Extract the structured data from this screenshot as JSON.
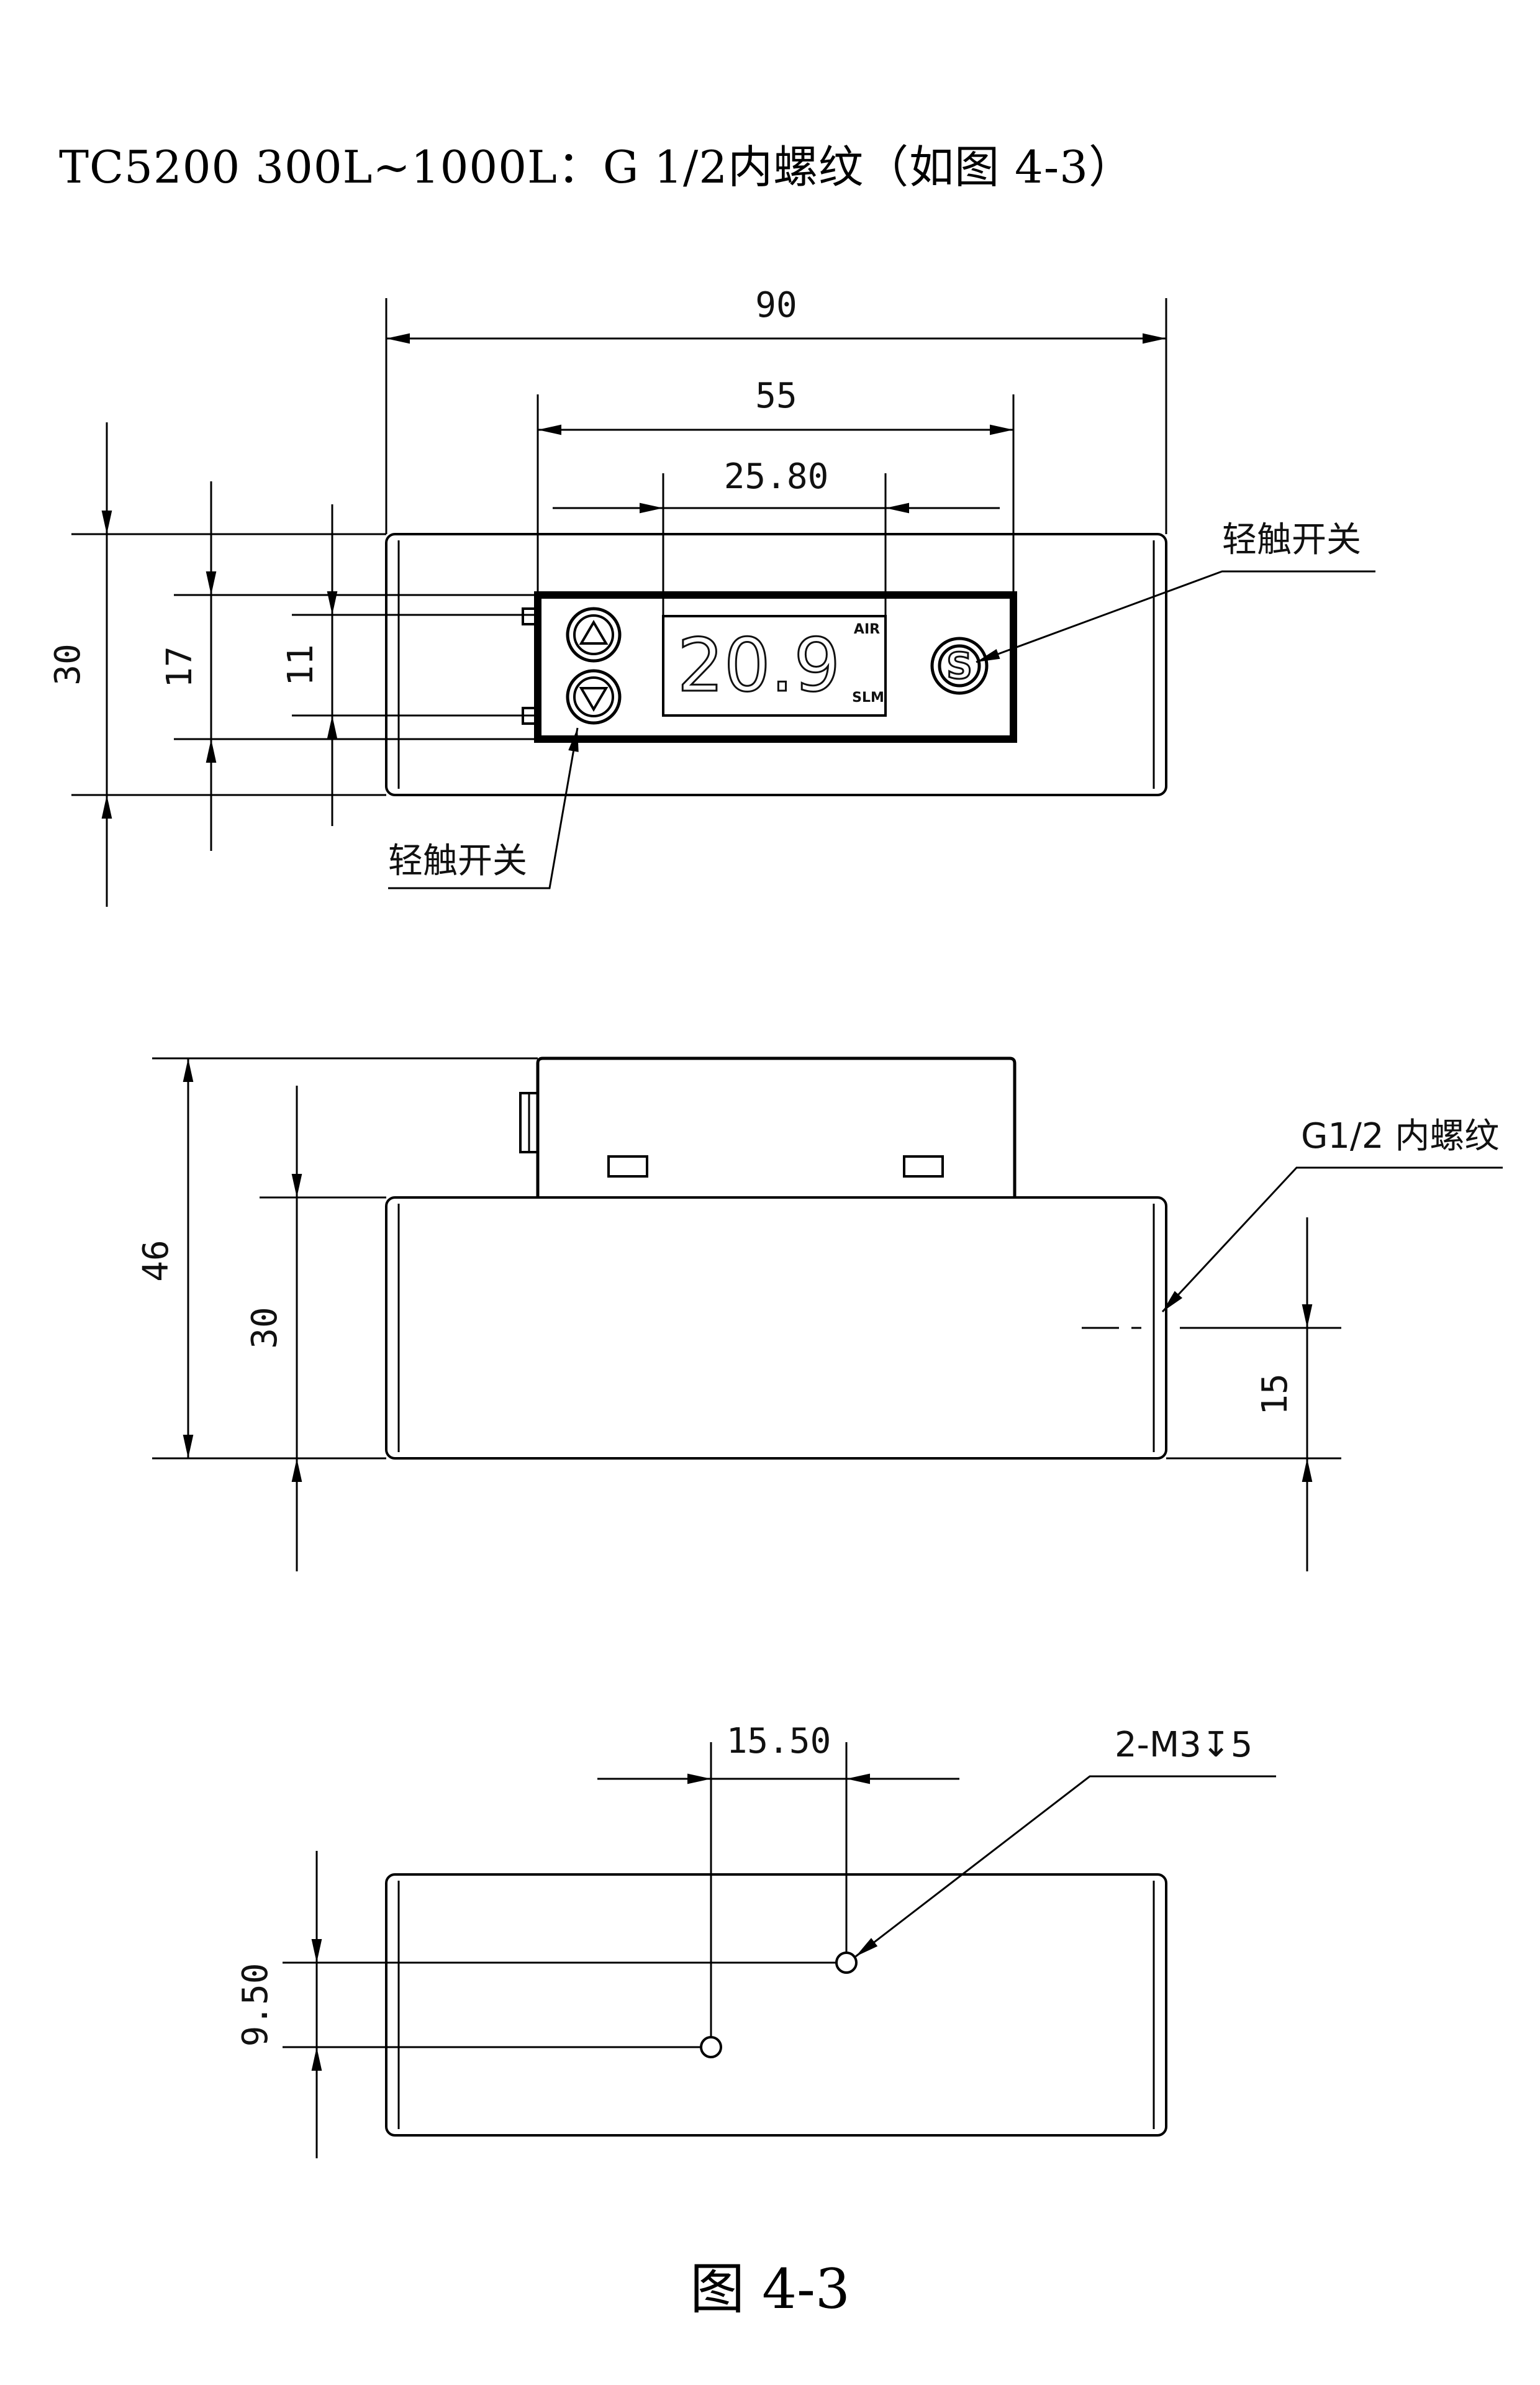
{
  "heading": "TC5200  300L~1000L：G 1/2内螺纹（如图 4-3）",
  "caption": "图  4-3",
  "front_view": {
    "dim_total_width": "90",
    "dim_display_width": "55",
    "dim_screen_width": "25.80",
    "dim_total_height": "30",
    "dim_display_height": "17",
    "dim_screen_height": "11",
    "screen_value": "20.9",
    "screen_gas": "AIR",
    "screen_unit": "SLM",
    "button_set_label": "S",
    "callout_right": "轻触开关",
    "callout_left": "轻触开关"
  },
  "side_view": {
    "dim_total_height": "46",
    "dim_body_height": "30",
    "dim_port_height": "15",
    "callout_port": "G1/2 内螺纹"
  },
  "bottom_view": {
    "dim_hole_spacing_x": "15.50",
    "dim_hole_spacing_y": "9.50",
    "callout_holes": "2-M3↧5"
  }
}
